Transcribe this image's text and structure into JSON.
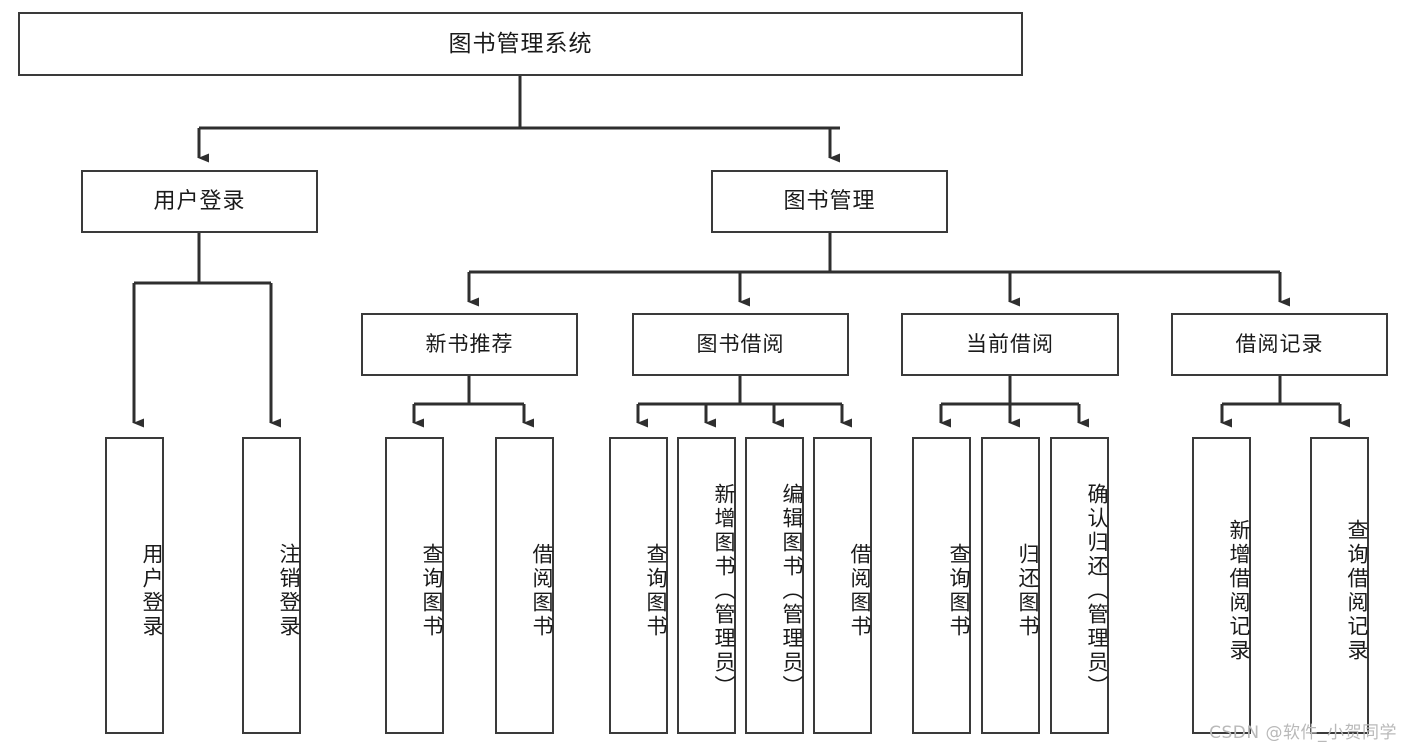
{
  "diagram": {
    "type": "tree",
    "title": "图书管理系统",
    "watermark": "CSDN @软件_小贺同学",
    "colors": {
      "box_border": "#3a3a3a",
      "box_fill": "#ffffff",
      "connector": "#2f2f2f",
      "text": "#1a1a1a",
      "watermark": "#b9b9b9"
    },
    "nodes": {
      "root": {
        "label": "图书管理系统"
      },
      "level2": [
        {
          "id": "user-login",
          "label": "用户登录"
        },
        {
          "id": "book-manage",
          "label": "图书管理"
        }
      ],
      "level3": [
        {
          "id": "new-book-recommend",
          "label": "新书推荐"
        },
        {
          "id": "book-borrow",
          "label": "图书借阅"
        },
        {
          "id": "current-borrow",
          "label": "当前借阅"
        },
        {
          "id": "borrow-record",
          "label": "借阅记录"
        }
      ],
      "leaves": [
        {
          "id": "leaf-user-login",
          "parent": "user-login",
          "label": "用户登录"
        },
        {
          "id": "leaf-logout",
          "parent": "user-login",
          "label": "注销登录"
        },
        {
          "id": "leaf-query-book-1",
          "parent": "new-book-recommend",
          "label": "查询图书"
        },
        {
          "id": "leaf-borrow-book-1",
          "parent": "new-book-recommend",
          "label": "借阅图书"
        },
        {
          "id": "leaf-query-book-2",
          "parent": "book-borrow",
          "label": "查询图书"
        },
        {
          "id": "leaf-add-book",
          "parent": "book-borrow",
          "label": "新增图书（管理员）"
        },
        {
          "id": "leaf-edit-book",
          "parent": "book-borrow",
          "label": "编辑图书（管理员）"
        },
        {
          "id": "leaf-borrow-book-2",
          "parent": "book-borrow",
          "label": "借阅图书"
        },
        {
          "id": "leaf-query-book-3",
          "parent": "current-borrow",
          "label": "查询图书"
        },
        {
          "id": "leaf-return-book",
          "parent": "current-borrow",
          "label": "归还图书"
        },
        {
          "id": "leaf-confirm-return",
          "parent": "current-borrow",
          "label": "确认归还（管理员）"
        },
        {
          "id": "leaf-add-record",
          "parent": "borrow-record",
          "label": "新增借阅记录"
        },
        {
          "id": "leaf-query-record",
          "parent": "borrow-record",
          "label": "查询借阅记录"
        }
      ]
    }
  }
}
